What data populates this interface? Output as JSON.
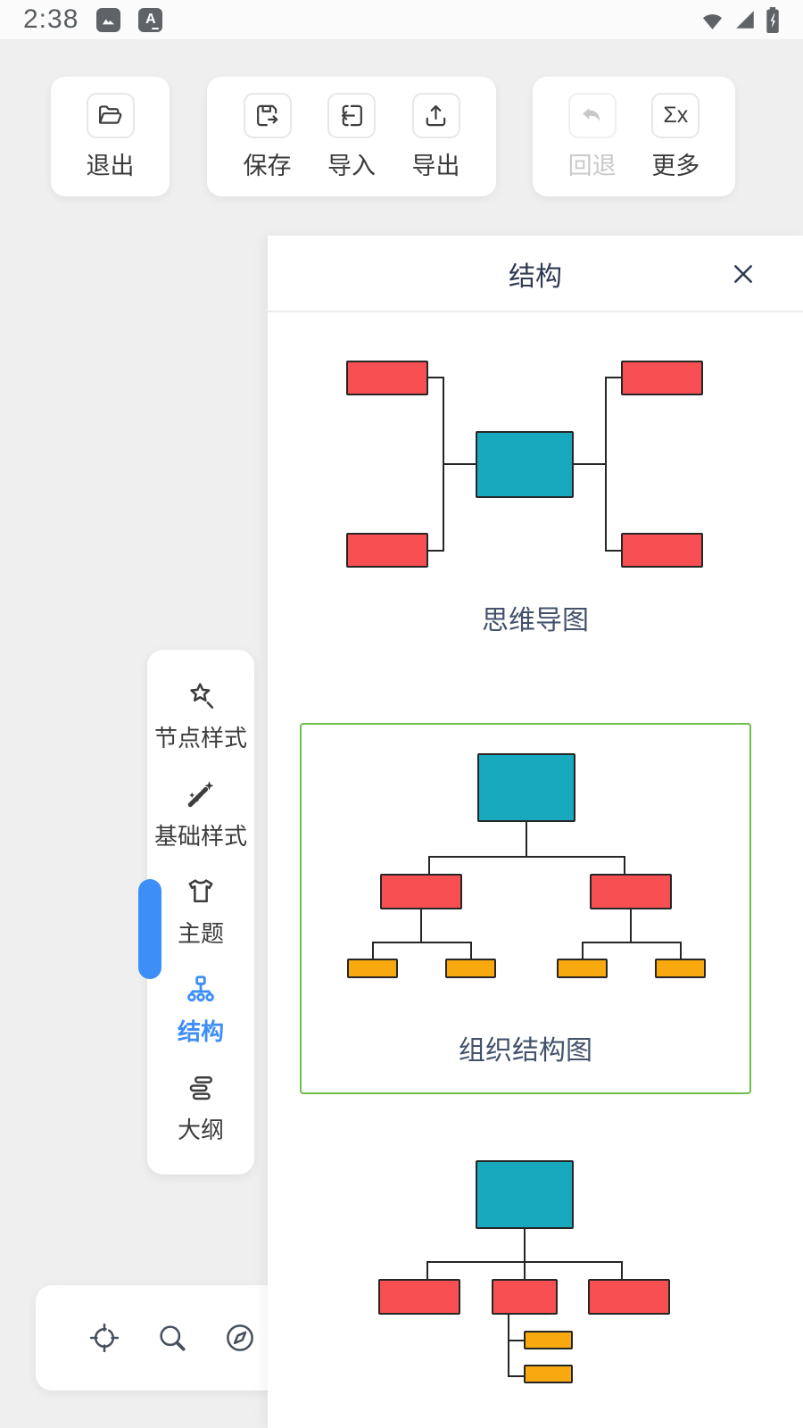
{
  "colors": {
    "canvas_bg": "#efeff0",
    "teal": "#18a9bf",
    "red": "#f85052",
    "orange": "#f7a90f",
    "node_border": "#262626",
    "selection_green": "#6dbf4b",
    "accent_blue": "#3e8ef7"
  },
  "status_bar": {
    "time": "2:38",
    "badge_letter": "A",
    "icons": [
      "image-notification",
      "letter-a-notification",
      "wifi",
      "cellular-signal",
      "battery-charging"
    ]
  },
  "toolbar": {
    "exit_group": {
      "exit_label": "退出"
    },
    "file_group": {
      "save_label": "保存",
      "import_label": "导入",
      "export_label": "导出"
    },
    "more_group": {
      "undo_label": "回退",
      "more_label": "更多",
      "more_icon_text": "Σx",
      "undo_disabled": true
    }
  },
  "sidebar": {
    "items": [
      {
        "label": "节点样式",
        "icon": "star-pen-icon",
        "active": false
      },
      {
        "label": "基础样式",
        "icon": "magic-wand-icon",
        "active": false
      },
      {
        "label": "主题",
        "icon": "tshirt-icon",
        "active": false
      },
      {
        "label": "结构",
        "icon": "org-structure-icon",
        "active": true
      },
      {
        "label": "大纲",
        "icon": "outline-list-icon",
        "active": false
      }
    ]
  },
  "panel": {
    "title": "结构",
    "previews": [
      {
        "label": "思维导图",
        "type": "mind-map",
        "selected": false
      },
      {
        "label": "组织结构图",
        "type": "org-chart",
        "selected": true
      },
      {
        "label": "",
        "type": "tree-chart",
        "selected": false,
        "note": "partially visible at bottom"
      }
    ]
  },
  "bottom_toolbar": {
    "icons": [
      "locate",
      "zoom-search",
      "compass",
      "fit-screen"
    ]
  }
}
